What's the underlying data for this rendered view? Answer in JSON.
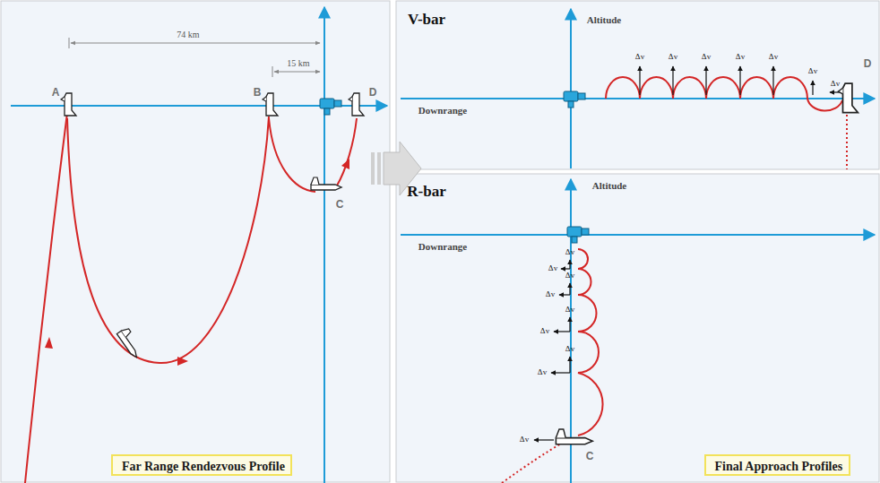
{
  "diagram": {
    "nodes": [
      {
        "text": [
          "Far Range Rendezvous Profile"
        ]
      },
      {
        "text": [
          "Final Approach Profiles"
        ]
      }
    ],
    "labels": [
      "74 km",
      "15 km",
      "A",
      "B",
      "C",
      "D",
      "V-bar",
      "Altitude",
      "Downrange",
      "Δv",
      "Δv",
      "Δv",
      "Δv",
      "Δv",
      "Δv",
      "Δv",
      "D",
      "R-bar",
      "Altitude",
      "Downrange",
      "Δv",
      "Δv",
      "Δv",
      "Δv",
      "Δv",
      "Δv",
      "Δv",
      "Δv",
      "Δv",
      "C"
    ]
  }
}
